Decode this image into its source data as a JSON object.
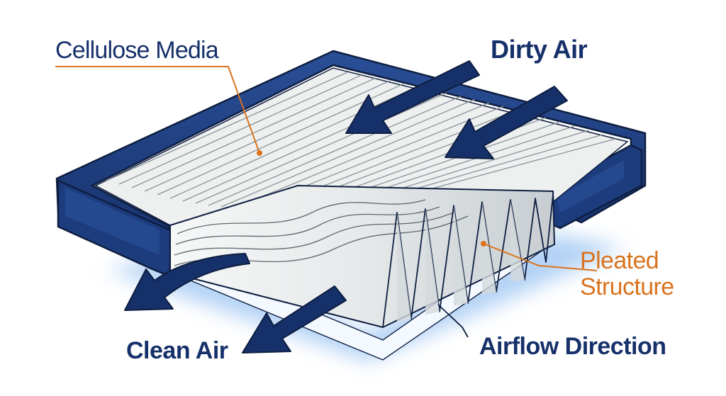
{
  "labels": {
    "cellulose_media": "Cellulose Media",
    "dirty_air": "Dirty Air",
    "clean_air": "Clean Air",
    "airflow_direction": "Airflow Direction",
    "pleated_line1": "Pleated",
    "pleated_line2": "Structure"
  },
  "colors": {
    "navy": "#16306a",
    "navy_light": "#2a4f97",
    "orange": "#d9731e",
    "media": "#eef0f0",
    "media_shade": "#c9cfd3",
    "glow": "#9fc6f3",
    "outline": "#0e1e40"
  },
  "icons": {
    "dirty_air_arrows": "arrow-down-left-icon",
    "clean_air_arrows": "arrow-down-left-icon"
  }
}
